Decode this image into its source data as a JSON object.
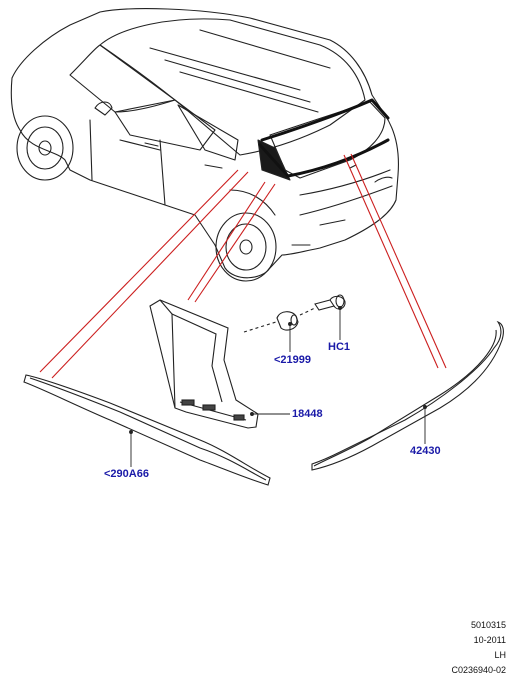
{
  "callouts": {
    "part_290A66": "<290A66",
    "part_21999": "<21999",
    "part_HC1": "HC1",
    "part_18448": "18448",
    "part_42430": "42430"
  },
  "footer": {
    "line1": "5010315",
    "line2": "10-2011",
    "line3": "LH",
    "line4": "C0236940-02"
  },
  "colors": {
    "leader_red": "#cc1f1f",
    "callout_blue": "#1a1aa8",
    "line_art": "#222222"
  }
}
